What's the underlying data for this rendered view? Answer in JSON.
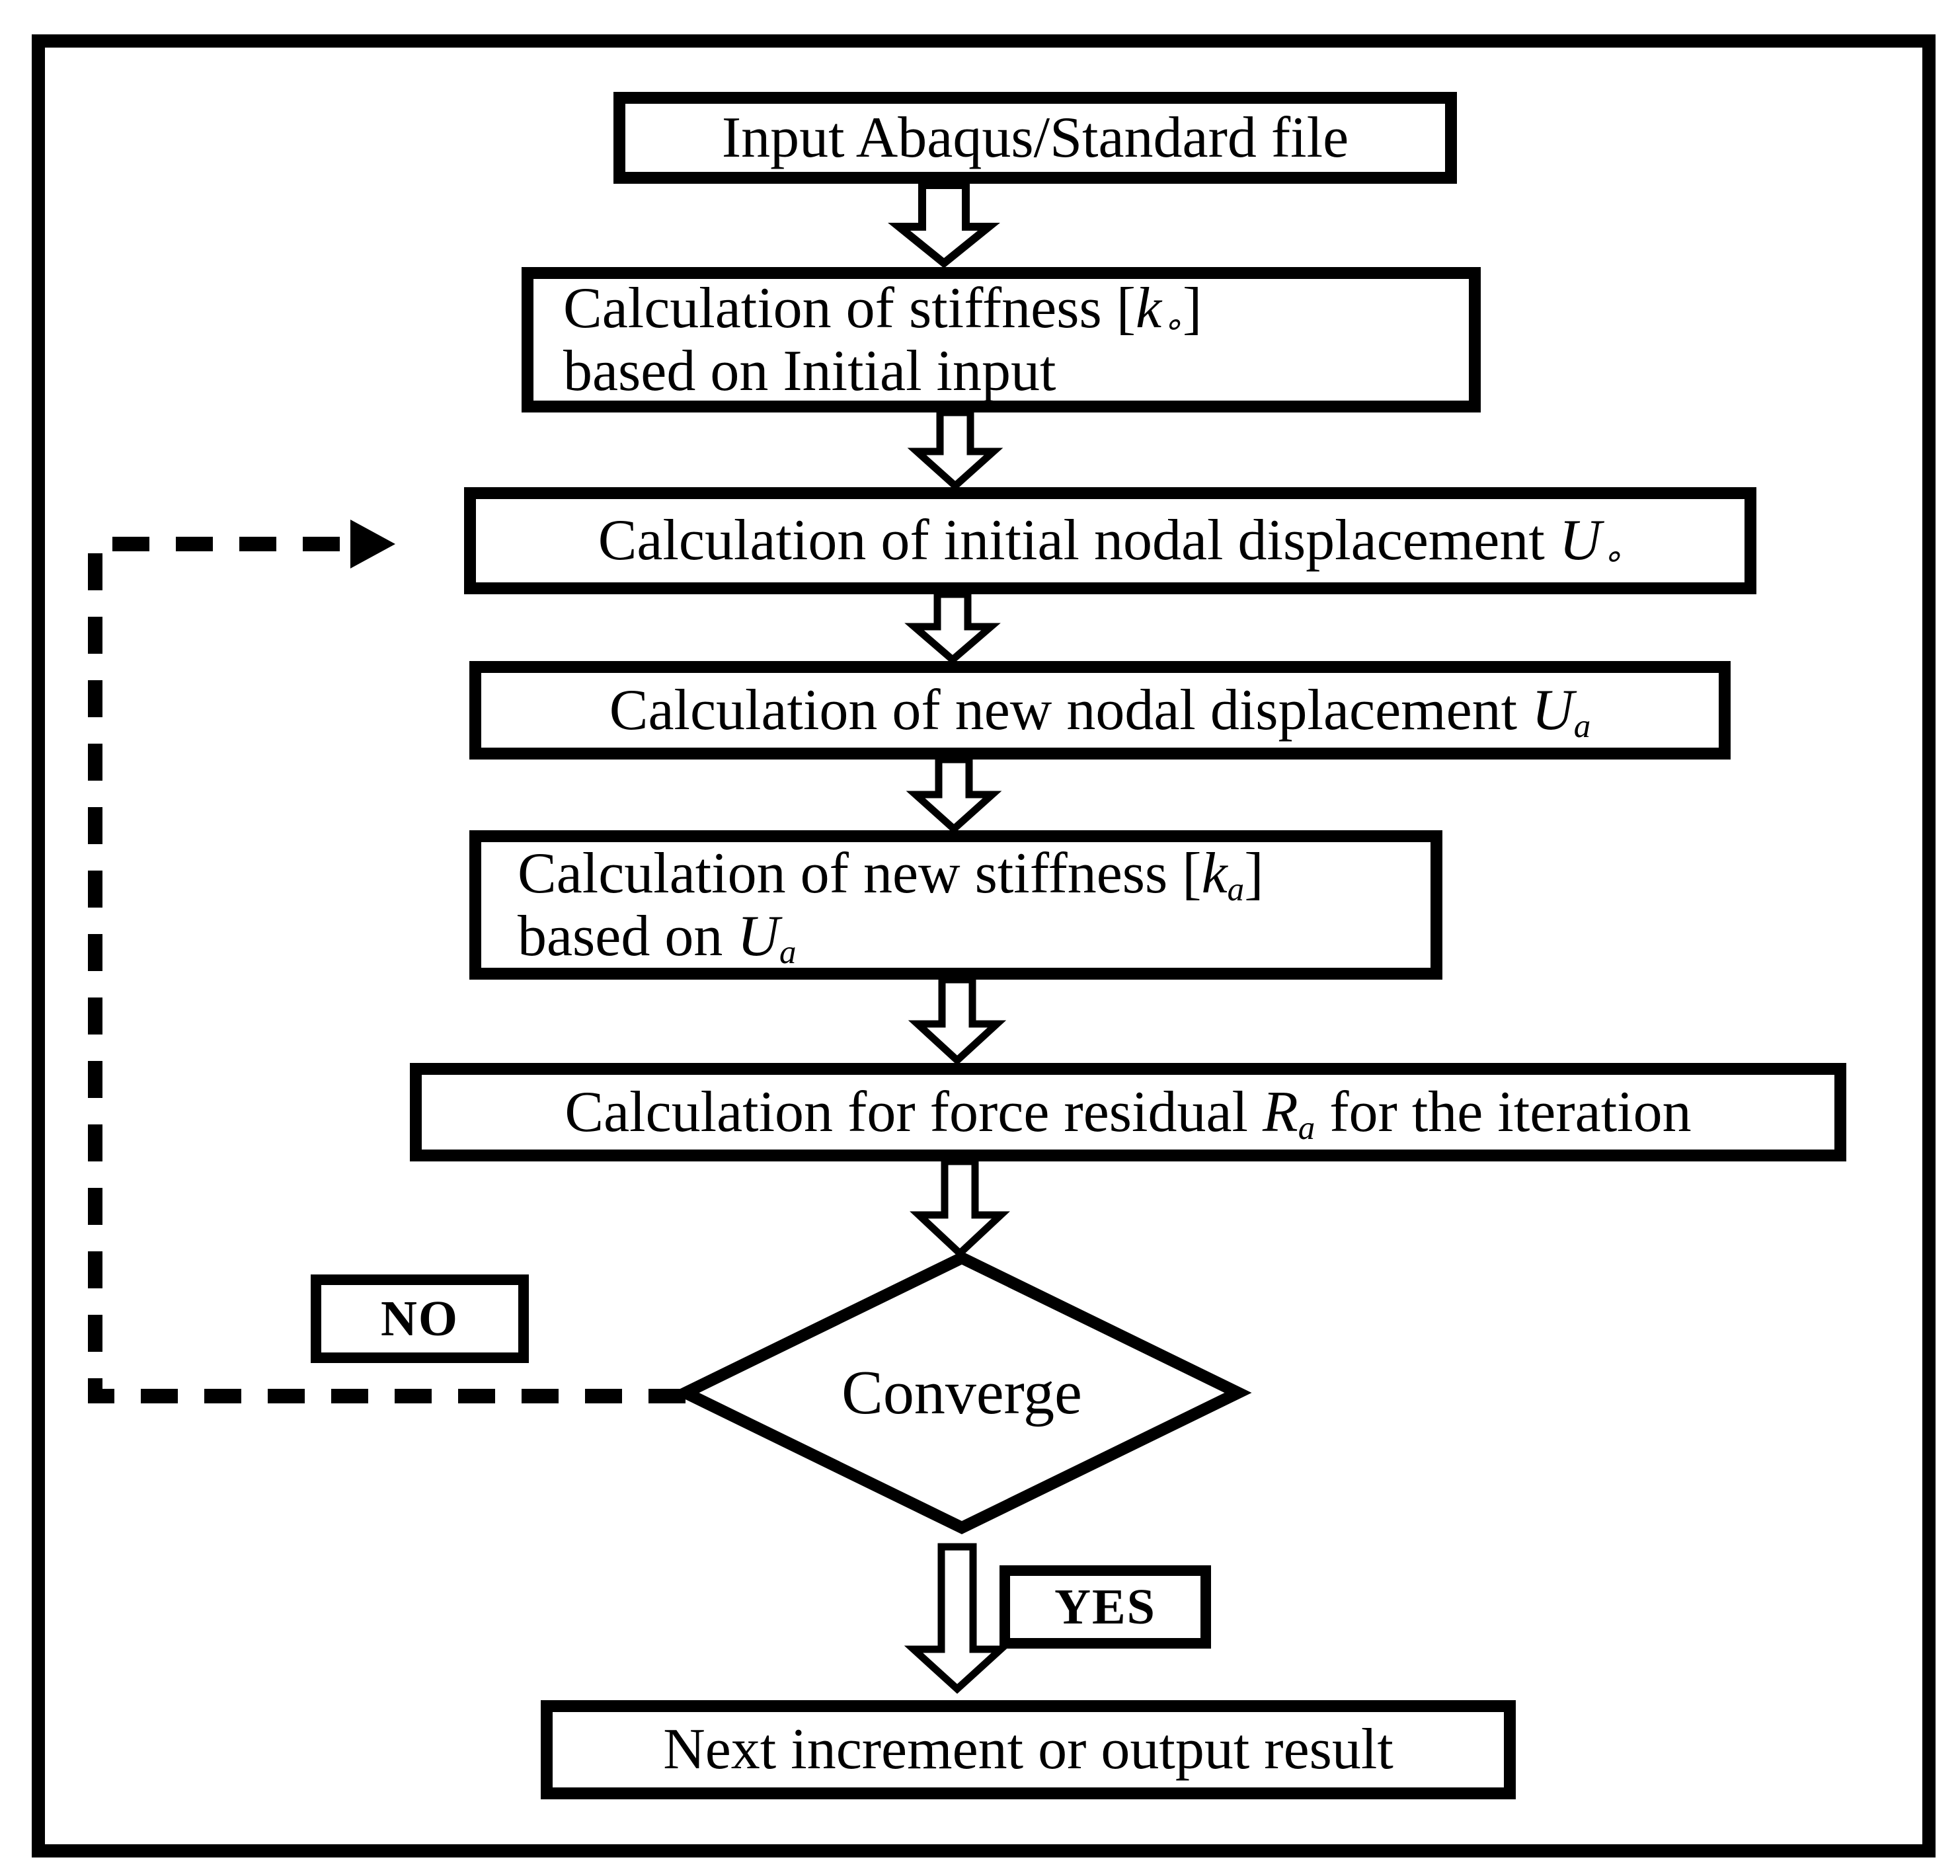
{
  "colors": {
    "ink": "#000000",
    "background": "#ffffff"
  },
  "nodes": {
    "input": {
      "text": "Input Abaqus/Standard file"
    },
    "stiffness_initial": {
      "line1": {
        "pre": "Calculation of stiffness [",
        "var": "k",
        "sub": "∘",
        "post": "]"
      },
      "line2": {
        "text": "based on Initial input"
      }
    },
    "displacement_initial": {
      "pre": "Calculation of initial nodal displacement ",
      "var": "U",
      "sub": "∘"
    },
    "displacement_new": {
      "pre": "Calculation of new nodal displacement ",
      "var": "U",
      "sub": "a"
    },
    "stiffness_new": {
      "line1": {
        "pre": "Calculation of new stiffness [",
        "var": "k",
        "sub": "a",
        "post": "]"
      },
      "line2": {
        "pre": "based on ",
        "var": "U",
        "sub": "a"
      }
    },
    "residual": {
      "pre": "Calculation for force residual ",
      "var": "R",
      "sub": "a",
      "post": " for the iteration"
    },
    "converge": {
      "text": "Converge"
    },
    "no": {
      "text": "NO"
    },
    "yes": {
      "text": "YES"
    },
    "output": {
      "text": "Next increment or output result"
    }
  }
}
